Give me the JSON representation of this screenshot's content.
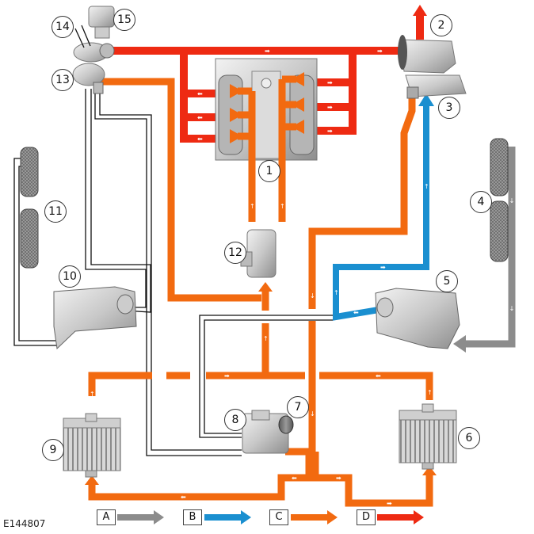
{
  "figure_id": "E144807",
  "colors": {
    "A": "#8c8c8c",
    "B": "#1a8fd0",
    "C": "#f26a10",
    "D": "#ee2a12"
  },
  "callouts": [
    "1",
    "2",
    "3",
    "4",
    "5",
    "6",
    "7",
    "8",
    "9",
    "10",
    "11",
    "12",
    "13",
    "14",
    "15"
  ],
  "legend": [
    {
      "key": "A",
      "color": "#8c8c8c"
    },
    {
      "key": "B",
      "color": "#1a8fd0"
    },
    {
      "key": "C",
      "color": "#f26a10"
    },
    {
      "key": "D",
      "color": "#ee2a12"
    }
  ],
  "components": [
    {
      "id": "1",
      "name": "engine-block"
    },
    {
      "id": "2",
      "name": "exhaust-outlet"
    },
    {
      "id": "3",
      "name": "turbocharger-right"
    },
    {
      "id": "4",
      "name": "air-intake-right"
    },
    {
      "id": "5",
      "name": "air-cleaner-right"
    },
    {
      "id": "6",
      "name": "intercooler-right"
    },
    {
      "id": "7",
      "name": "valve-actuator"
    },
    {
      "id": "8",
      "name": "bypass-valve"
    },
    {
      "id": "9",
      "name": "intercooler-left"
    },
    {
      "id": "10",
      "name": "air-cleaner-left"
    },
    {
      "id": "11",
      "name": "air-intake-left"
    },
    {
      "id": "12",
      "name": "throttle-body"
    },
    {
      "id": "13",
      "name": "turbocharger-left"
    },
    {
      "id": "14",
      "name": "turbo-left-line"
    },
    {
      "id": "15",
      "name": "wastegate-actuator"
    }
  ]
}
